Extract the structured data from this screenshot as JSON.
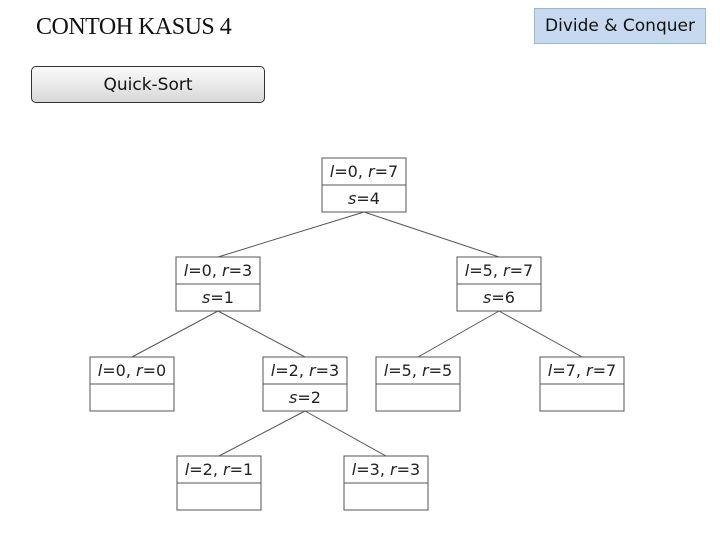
{
  "header": {
    "title": "CONTOH KASUS 4",
    "topic": "Divide & Conquer",
    "subtitle": "Quick-Sort"
  },
  "tree": {
    "nodes": [
      {
        "id": "n0",
        "l": 0,
        "r": 7,
        "s": 4
      },
      {
        "id": "n1",
        "l": 0,
        "r": 3,
        "s": 1
      },
      {
        "id": "n2",
        "l": 5,
        "r": 7,
        "s": 6
      },
      {
        "id": "n3",
        "l": 0,
        "r": 0,
        "s": null
      },
      {
        "id": "n4",
        "l": 2,
        "r": 3,
        "s": 2
      },
      {
        "id": "n5",
        "l": 5,
        "r": 5,
        "s": null
      },
      {
        "id": "n6",
        "l": 7,
        "r": 7,
        "s": null
      },
      {
        "id": "n7",
        "l": 2,
        "r": 1,
        "s": null
      },
      {
        "id": "n8",
        "l": 3,
        "r": 3,
        "s": null
      }
    ],
    "edges": [
      [
        "n0",
        "n1"
      ],
      [
        "n0",
        "n2"
      ],
      [
        "n1",
        "n3"
      ],
      [
        "n1",
        "n4"
      ],
      [
        "n2",
        "n5"
      ],
      [
        "n2",
        "n6"
      ],
      [
        "n4",
        "n7"
      ],
      [
        "n4",
        "n8"
      ]
    ]
  }
}
